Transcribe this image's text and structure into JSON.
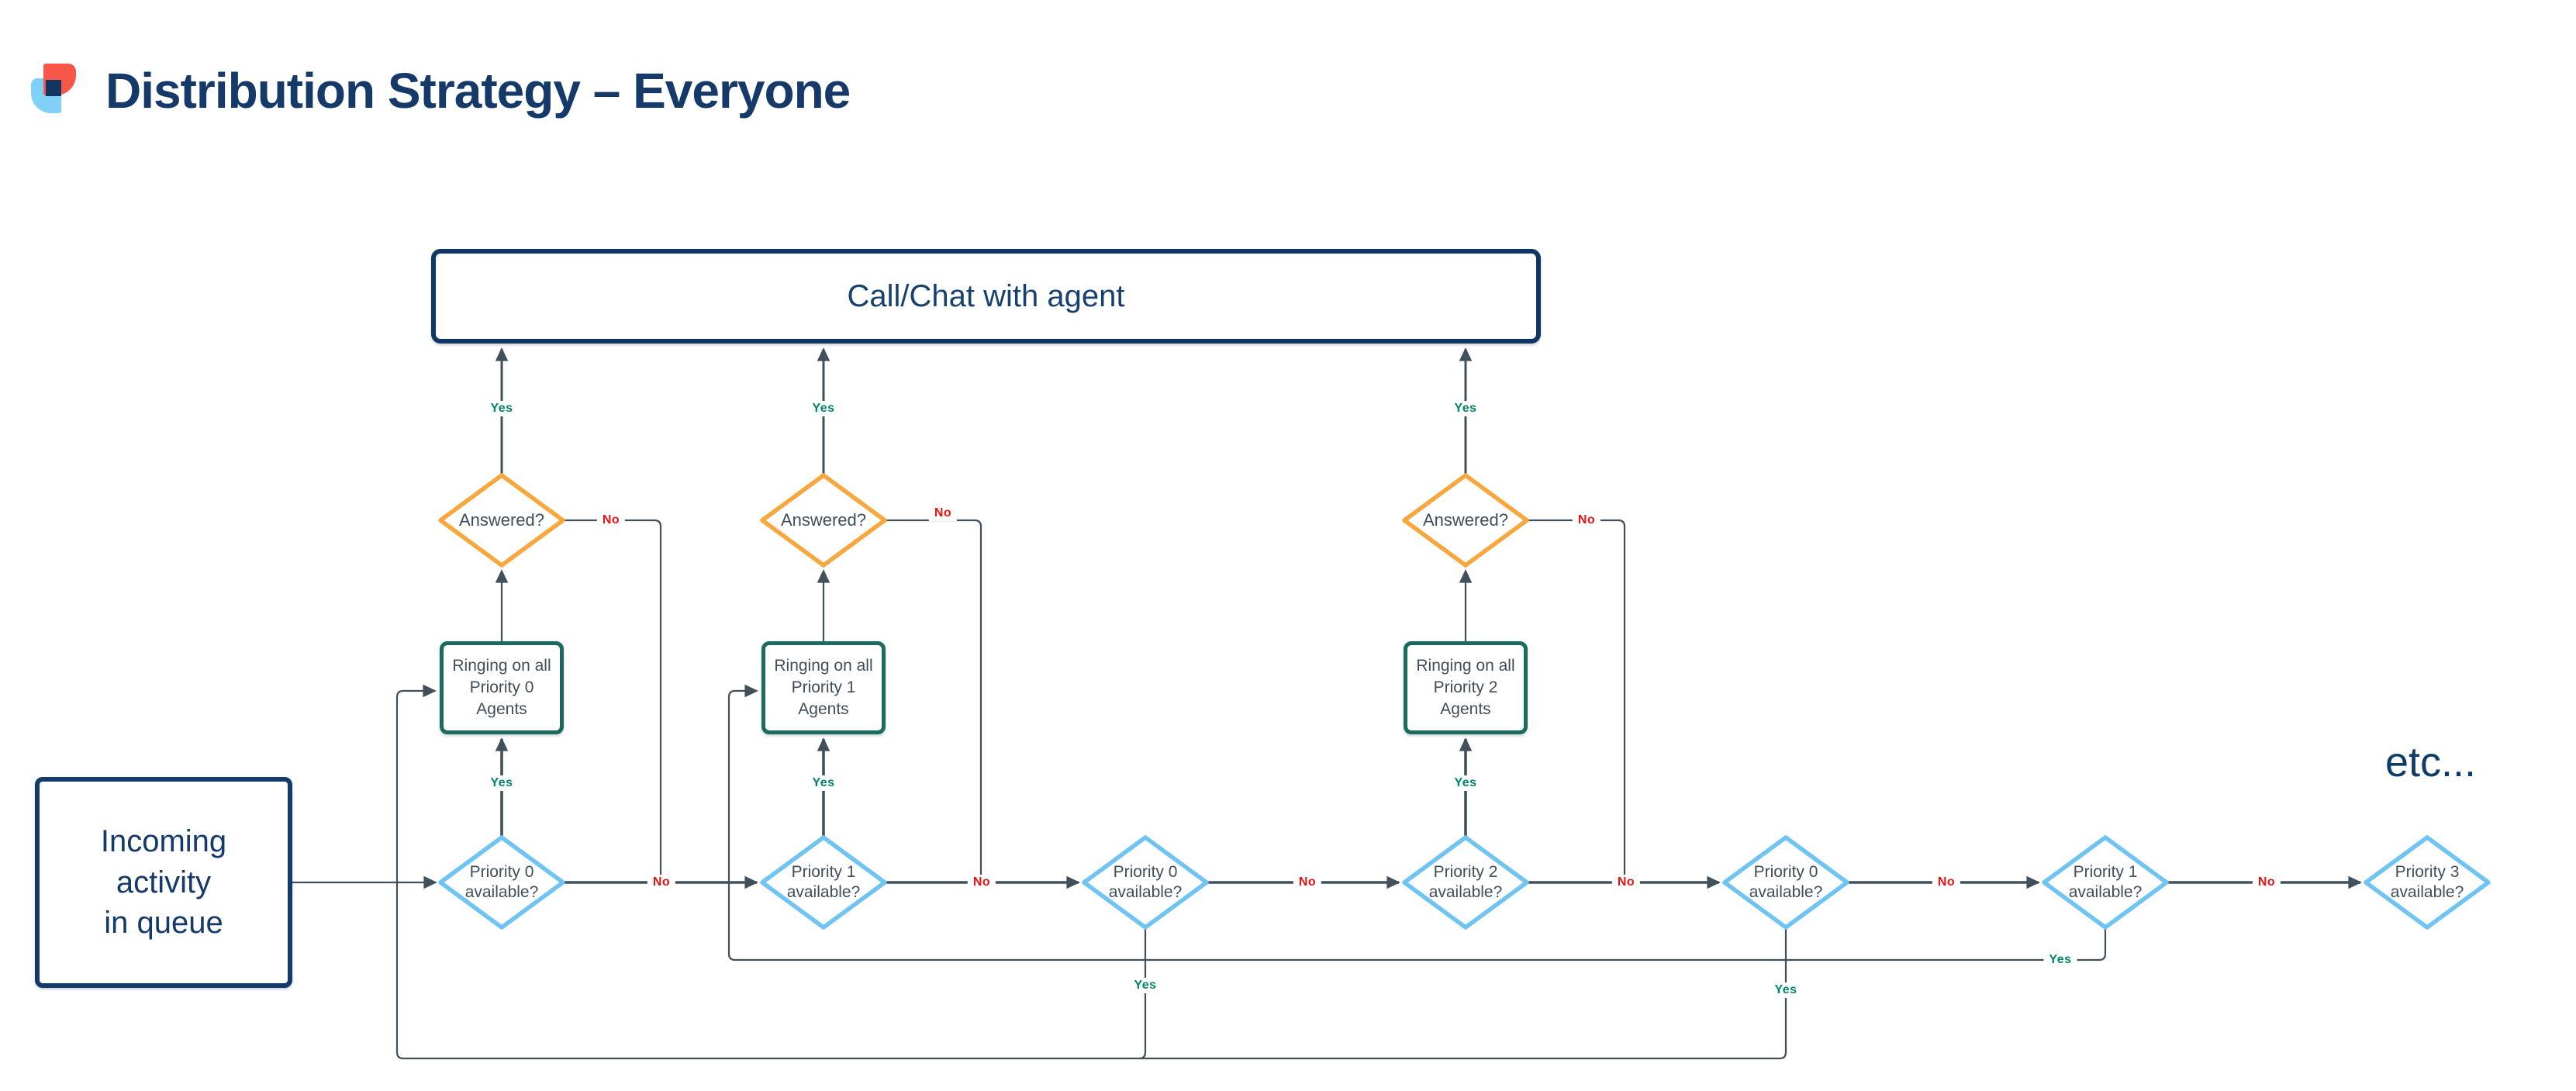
{
  "page": {
    "title": "Distribution Strategy – Everyone",
    "etc_label": "etc..."
  },
  "nodes": {
    "call_chat": {
      "label": "Call/Chat with agent"
    },
    "incoming_queue": {
      "label": "Incoming\nactivity\nin queue"
    },
    "answered": [
      {
        "label": "Answered?"
      },
      {
        "label": "Answered?"
      },
      {
        "label": "Answered?"
      }
    ],
    "ringing": [
      {
        "label": "Ringing on all\nPriority 0\nAgents"
      },
      {
        "label": "Ringing on all\nPriority 1\nAgents"
      },
      {
        "label": "Ringing on all\nPriority 2\nAgents"
      }
    ],
    "availability_checks": [
      {
        "label": "Priority 0\navailable?"
      },
      {
        "label": "Priority 1\navailable?"
      },
      {
        "label": "Priority 0\navailable?"
      },
      {
        "label": "Priority 2\navailable?"
      },
      {
        "label": "Priority 0\navailable?"
      },
      {
        "label": "Priority 1\navailable?"
      },
      {
        "label": "Priority 3\navailable?"
      }
    ]
  },
  "edge_labels": {
    "yes": "Yes",
    "no": "No"
  },
  "colors": {
    "title_navy": "#153a6a",
    "box_navy": "#0e3766",
    "diamond_orange": "#f8a73e",
    "diamond_sky_blue": "#6fc4f3",
    "ring_teal": "#1a6b5e",
    "connector_slate": "#42505c",
    "yes_green": "#00866b",
    "no_red": "#e81313",
    "logo_red": "#f9564a",
    "logo_light_blue": "#7fd1f8",
    "logo_navy": "#12365f",
    "shape_text": "#414d59"
  }
}
